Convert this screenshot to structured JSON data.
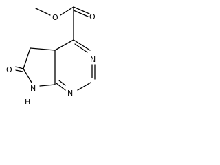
{
  "atoms": {
    "ester_o_single": "O",
    "ester_o_double": "O",
    "n3": "N",
    "n1": "N",
    "lactam_o": "O",
    "nh_n": "N",
    "nh_h": "H"
  }
}
